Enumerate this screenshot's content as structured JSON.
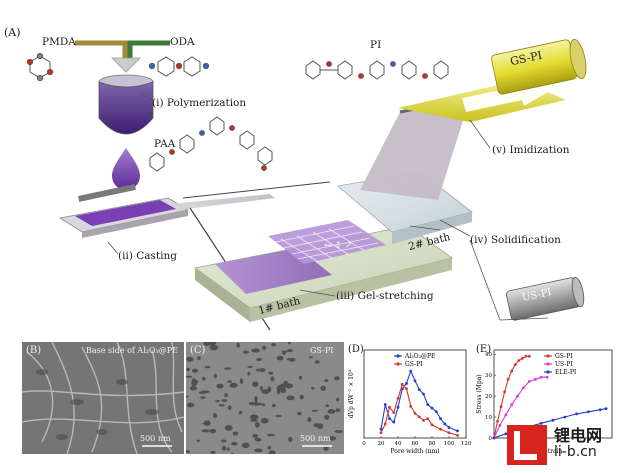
{
  "panel_a": {
    "letter": "(A)",
    "monomers": {
      "pmda": "PMDA",
      "oda": "ODA",
      "pi": "PI"
    },
    "steps": {
      "polymerization": "(i) Polymerization",
      "paa": "PAA",
      "casting": "(ii) Casting",
      "gel_stretching": "(iii) Gel-stretching",
      "solidification": "(iv) Solidification",
      "imidization": "(v) Imidization"
    },
    "baths": {
      "bath1": "1# bath",
      "bath2": "2# bath"
    },
    "rolls": {
      "gs": "GS-PI",
      "us": "US-PI"
    }
  },
  "panel_b": {
    "letter": "(B)",
    "caption": "Base side of Al₂O₃@PE",
    "scale": "500 nm"
  },
  "panel_c": {
    "letter": "(C)",
    "caption": "GS-PI",
    "scale": "500 nm"
  },
  "chart_data": [
    {
      "panel": "(D)",
      "type": "line",
      "xlabel": "Pore width (nm)",
      "ylabel": "dVp dW⁻¹ × 10³",
      "xlim": [
        0,
        120
      ],
      "ylim": [
        0,
        10
      ],
      "xticks": [
        "0",
        "20",
        "40",
        "60",
        "80",
        "100",
        "120"
      ],
      "series": [
        {
          "name": "Al₂O₃@PE",
          "color": "#1f3fd6",
          "x": [
            20,
            25,
            30,
            35,
            40,
            45,
            50,
            55,
            60,
            65,
            70,
            75,
            80,
            85,
            90,
            95,
            100,
            110
          ],
          "y": [
            1.0,
            3.8,
            2.2,
            1.8,
            3.5,
            5.6,
            6.2,
            7.6,
            6.5,
            5.5,
            5.0,
            3.8,
            3.4,
            3.0,
            2.2,
            1.6,
            1.2,
            0.8
          ]
        },
        {
          "name": "GS-PI",
          "color": "#d4392f",
          "x": [
            20,
            25,
            30,
            35,
            40,
            45,
            50,
            55,
            60,
            65,
            70,
            75,
            80,
            90,
            100,
            110
          ],
          "y": [
            0.6,
            1.6,
            3.5,
            2.9,
            4.5,
            6.1,
            5.6,
            3.6,
            2.8,
            2.4,
            2.0,
            2.2,
            1.5,
            1.0,
            0.6,
            0.3
          ]
        }
      ]
    },
    {
      "panel": "(E)",
      "type": "line",
      "xlabel": "Strain",
      "ylabel": "Stress (Mpa)",
      "xlim": [
        0,
        100
      ],
      "ylim": [
        0,
        42
      ],
      "yticks": [
        "0",
        "10",
        "20",
        "30",
        "40"
      ],
      "series": [
        {
          "name": "GS-PI",
          "color": "#d4392f",
          "x": [
            0,
            3,
            6,
            9,
            12,
            15,
            18,
            21,
            24,
            27,
            30
          ],
          "y": [
            0,
            8,
            15,
            22,
            28,
            32,
            35,
            37,
            38,
            39,
            39
          ]
        },
        {
          "name": "US-PI",
          "color": "#d43fd4",
          "x": [
            0,
            5,
            10,
            15,
            20,
            25,
            30,
            35,
            40,
            45
          ],
          "y": [
            0,
            6,
            11,
            16,
            20,
            24,
            27,
            28,
            29,
            29
          ]
        },
        {
          "name": "ELE-PI",
          "color": "#1f3fd6",
          "x": [
            0,
            10,
            20,
            30,
            40,
            50,
            60,
            70,
            80,
            90,
            95
          ],
          "y": [
            0,
            2,
            4,
            5.5,
            7,
            8.5,
            10,
            11.5,
            12.5,
            13.5,
            14
          ]
        }
      ]
    }
  ],
  "watermark": {
    "zh": "锂电网",
    "domain": "li-b.cn"
  }
}
